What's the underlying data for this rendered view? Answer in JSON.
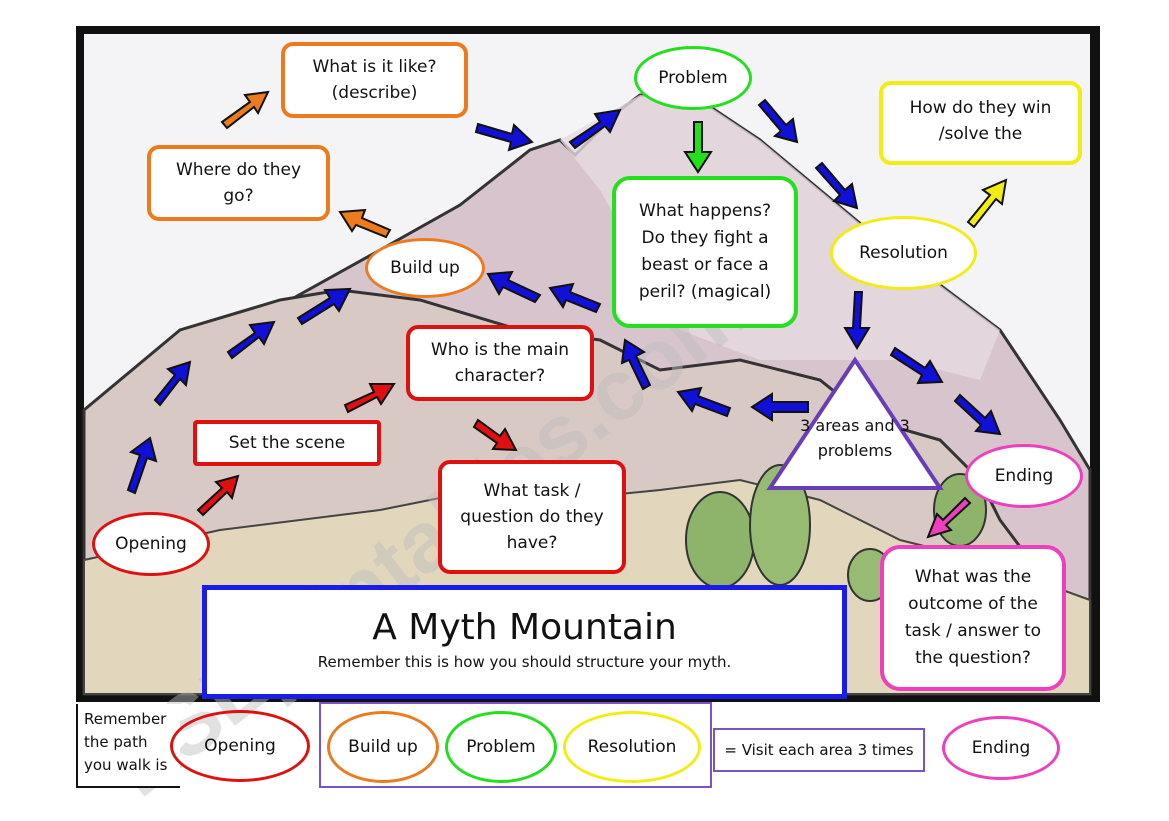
{
  "title": "A Myth Mountain",
  "subtitle": "Remember this is how you should structure your myth.",
  "watermark": "ESLprintables.com",
  "colors": {
    "opening": "#e01010",
    "build_up": "#ee7a1e",
    "problem": "#22e01c",
    "resolution": "#f2ec12",
    "ending": "#ee3fbe",
    "triangle": "#6a3db8",
    "frame": "#111111",
    "title_border": "#1c1ce8",
    "legend_border": "#7a52c8"
  },
  "nodes": {
    "opening": "Opening",
    "set_the_scene": "Set the scene",
    "main_character": "Who is the  main character?",
    "task_question": "What task / question do they have?",
    "build_up": "Build up",
    "where_go": "Where do they go?",
    "what_like": "What is it like? (describe)",
    "problem": "Problem",
    "what_happens": "What happens? Do they fight a beast or face a peril? (magical)",
    "resolution": "Resolution",
    "how_win": "How do they win /solve the",
    "areas_problems": "3 areas and 3 problems",
    "ending": "Ending",
    "outcome": "What was the outcome of the task / answer to the question?"
  },
  "legend": {
    "intro": "Remember the path you walk is",
    "opening": "Opening",
    "build_up": "Build up",
    "problem": "Problem",
    "resolution": "Resolution",
    "visit_note": "= Visit each area 3 times",
    "ending": "Ending"
  }
}
